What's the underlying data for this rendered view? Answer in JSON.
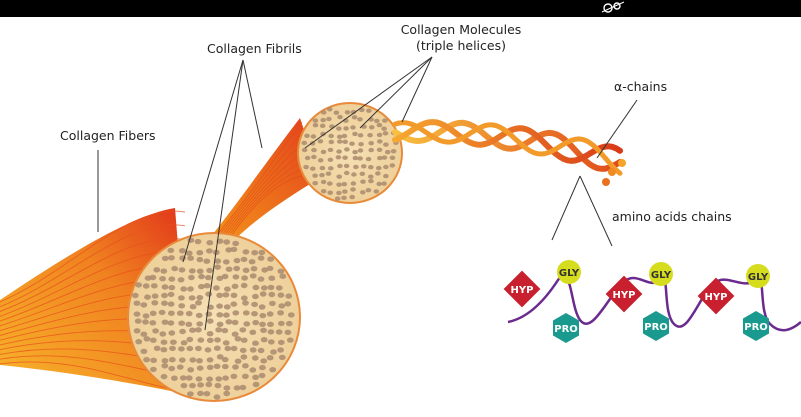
{
  "labels": {
    "collagen_fibers": "Collagen Fibers",
    "collagen_fibrils": "Collagen Fibrils",
    "collagen_molecules_line1": "Collagen Molecules",
    "collagen_molecules_line2": "(triple helices)",
    "alpha_chains": "α-chains",
    "amino_acids_chains": "amino acids chains"
  },
  "residues": {
    "hyp": "HYP",
    "gly": "GLY",
    "pro": "PRO"
  },
  "colors": {
    "hyp": "#c8202e",
    "gly": "#d6dc1e",
    "pro": "#1a9a8e",
    "backbone": "#6a2a8e",
    "fiber_dark": "#e0321a",
    "fiber_light": "#f7a21a",
    "cross_section": "#f3d8a8",
    "dots": "#a98b6f"
  },
  "icons": [
    "watermark-icon"
  ]
}
